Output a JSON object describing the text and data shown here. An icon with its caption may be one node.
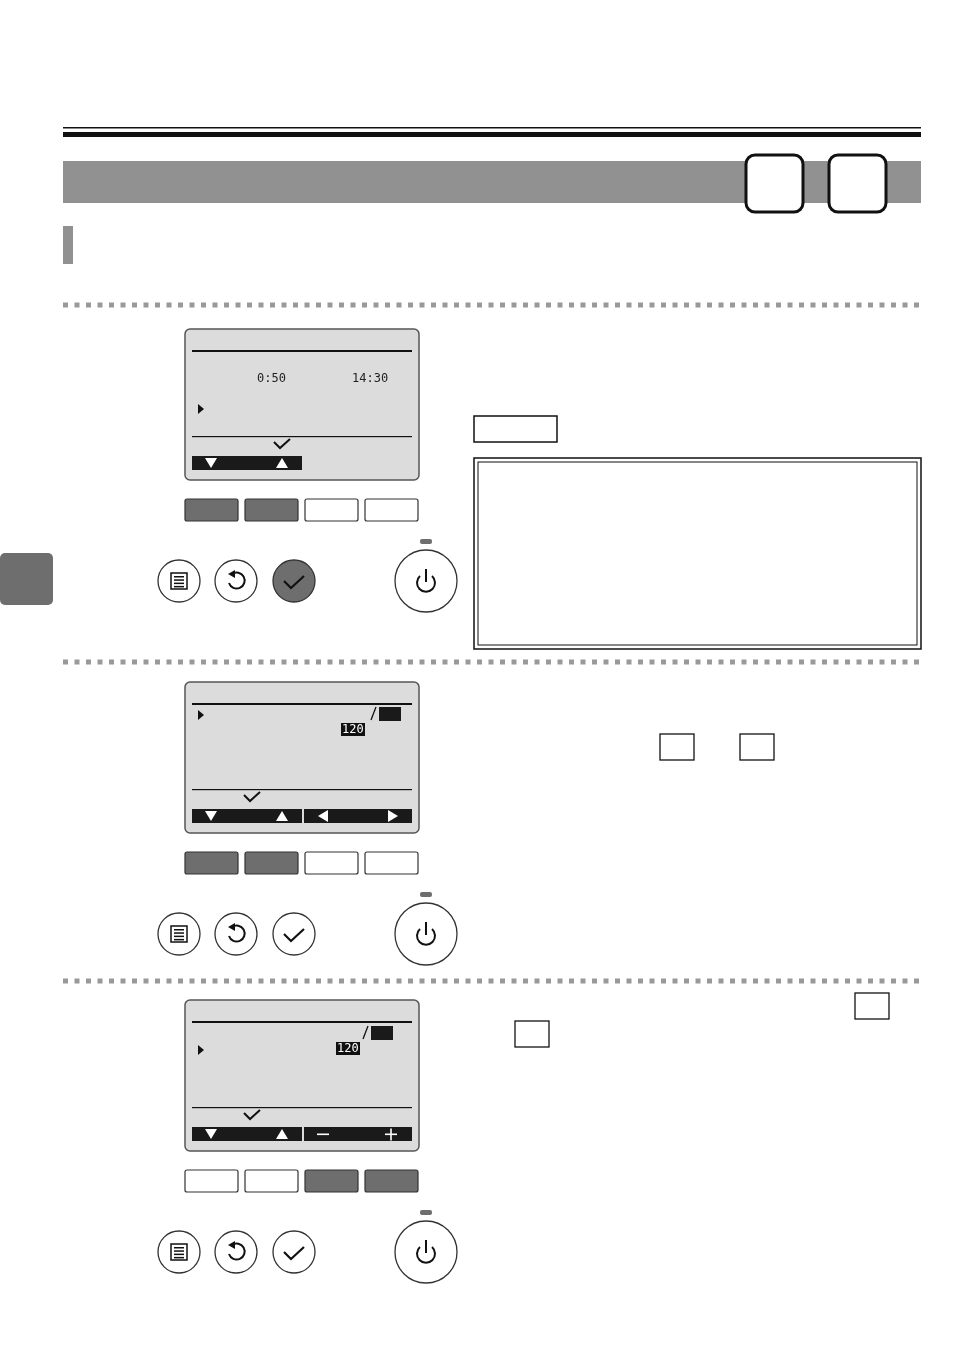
{
  "diagram": {
    "labels": [
      "0:50",
      "14:30",
      "120",
      "120"
    ]
  }
}
